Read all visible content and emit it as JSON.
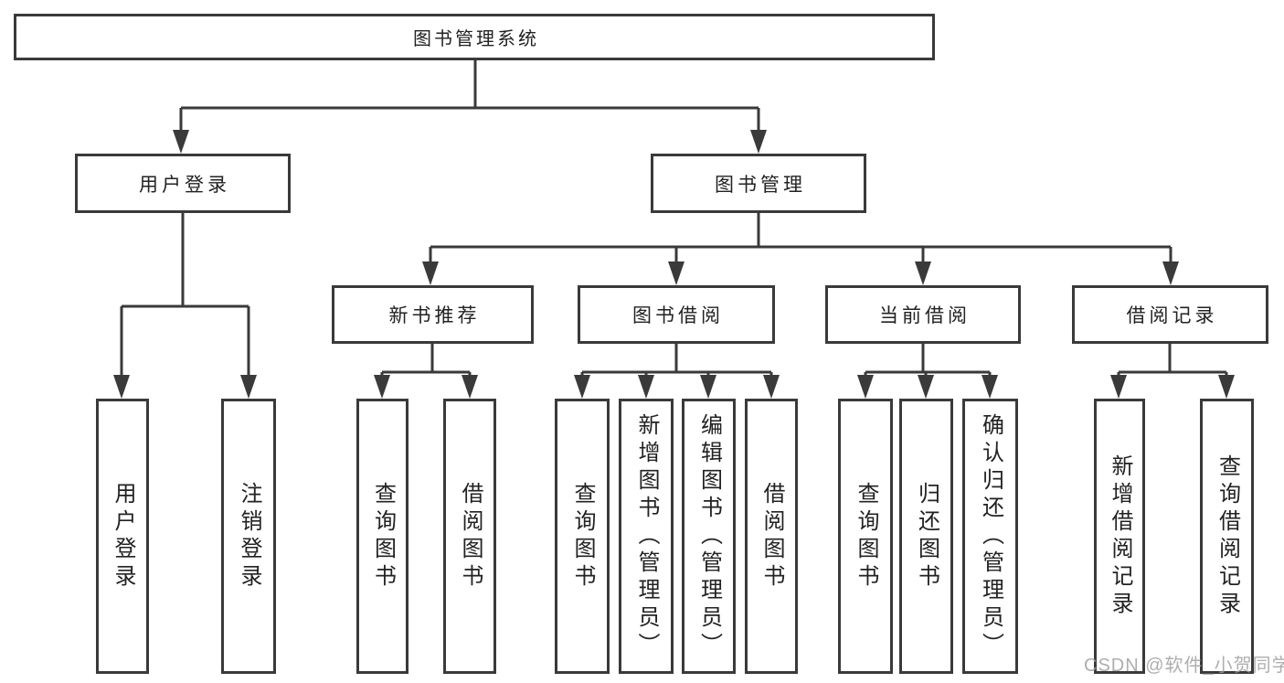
{
  "tree": {
    "label": "图书管理系统",
    "children": [
      {
        "label": "用户登录",
        "children": [
          {
            "label": "用户登录"
          },
          {
            "label": "注销登录"
          }
        ]
      },
      {
        "label": "图书管理",
        "children": [
          {
            "label": "新书推荐",
            "children": [
              {
                "label": "查询图书"
              },
              {
                "label": "借阅图书"
              }
            ]
          },
          {
            "label": "图书借阅",
            "children": [
              {
                "label": "查询图书"
              },
              {
                "label": "新增图书（管理员）"
              },
              {
                "label": "编辑图书（管理员）"
              },
              {
                "label": "借阅图书"
              }
            ]
          },
          {
            "label": "当前借阅",
            "children": [
              {
                "label": "查询图书"
              },
              {
                "label": "归还图书"
              },
              {
                "label": "确认归还（管理员）"
              }
            ]
          },
          {
            "label": "借阅记录",
            "children": [
              {
                "label": "新增借阅记录"
              },
              {
                "label": "查询借阅记录"
              }
            ]
          }
        ]
      }
    ]
  },
  "watermark": "CSDN @软件_小贺同学",
  "colors": {
    "line": "#3a3a3a",
    "text": "#222222",
    "background": "#ffffff",
    "watermark": "#a0a0a0"
  }
}
